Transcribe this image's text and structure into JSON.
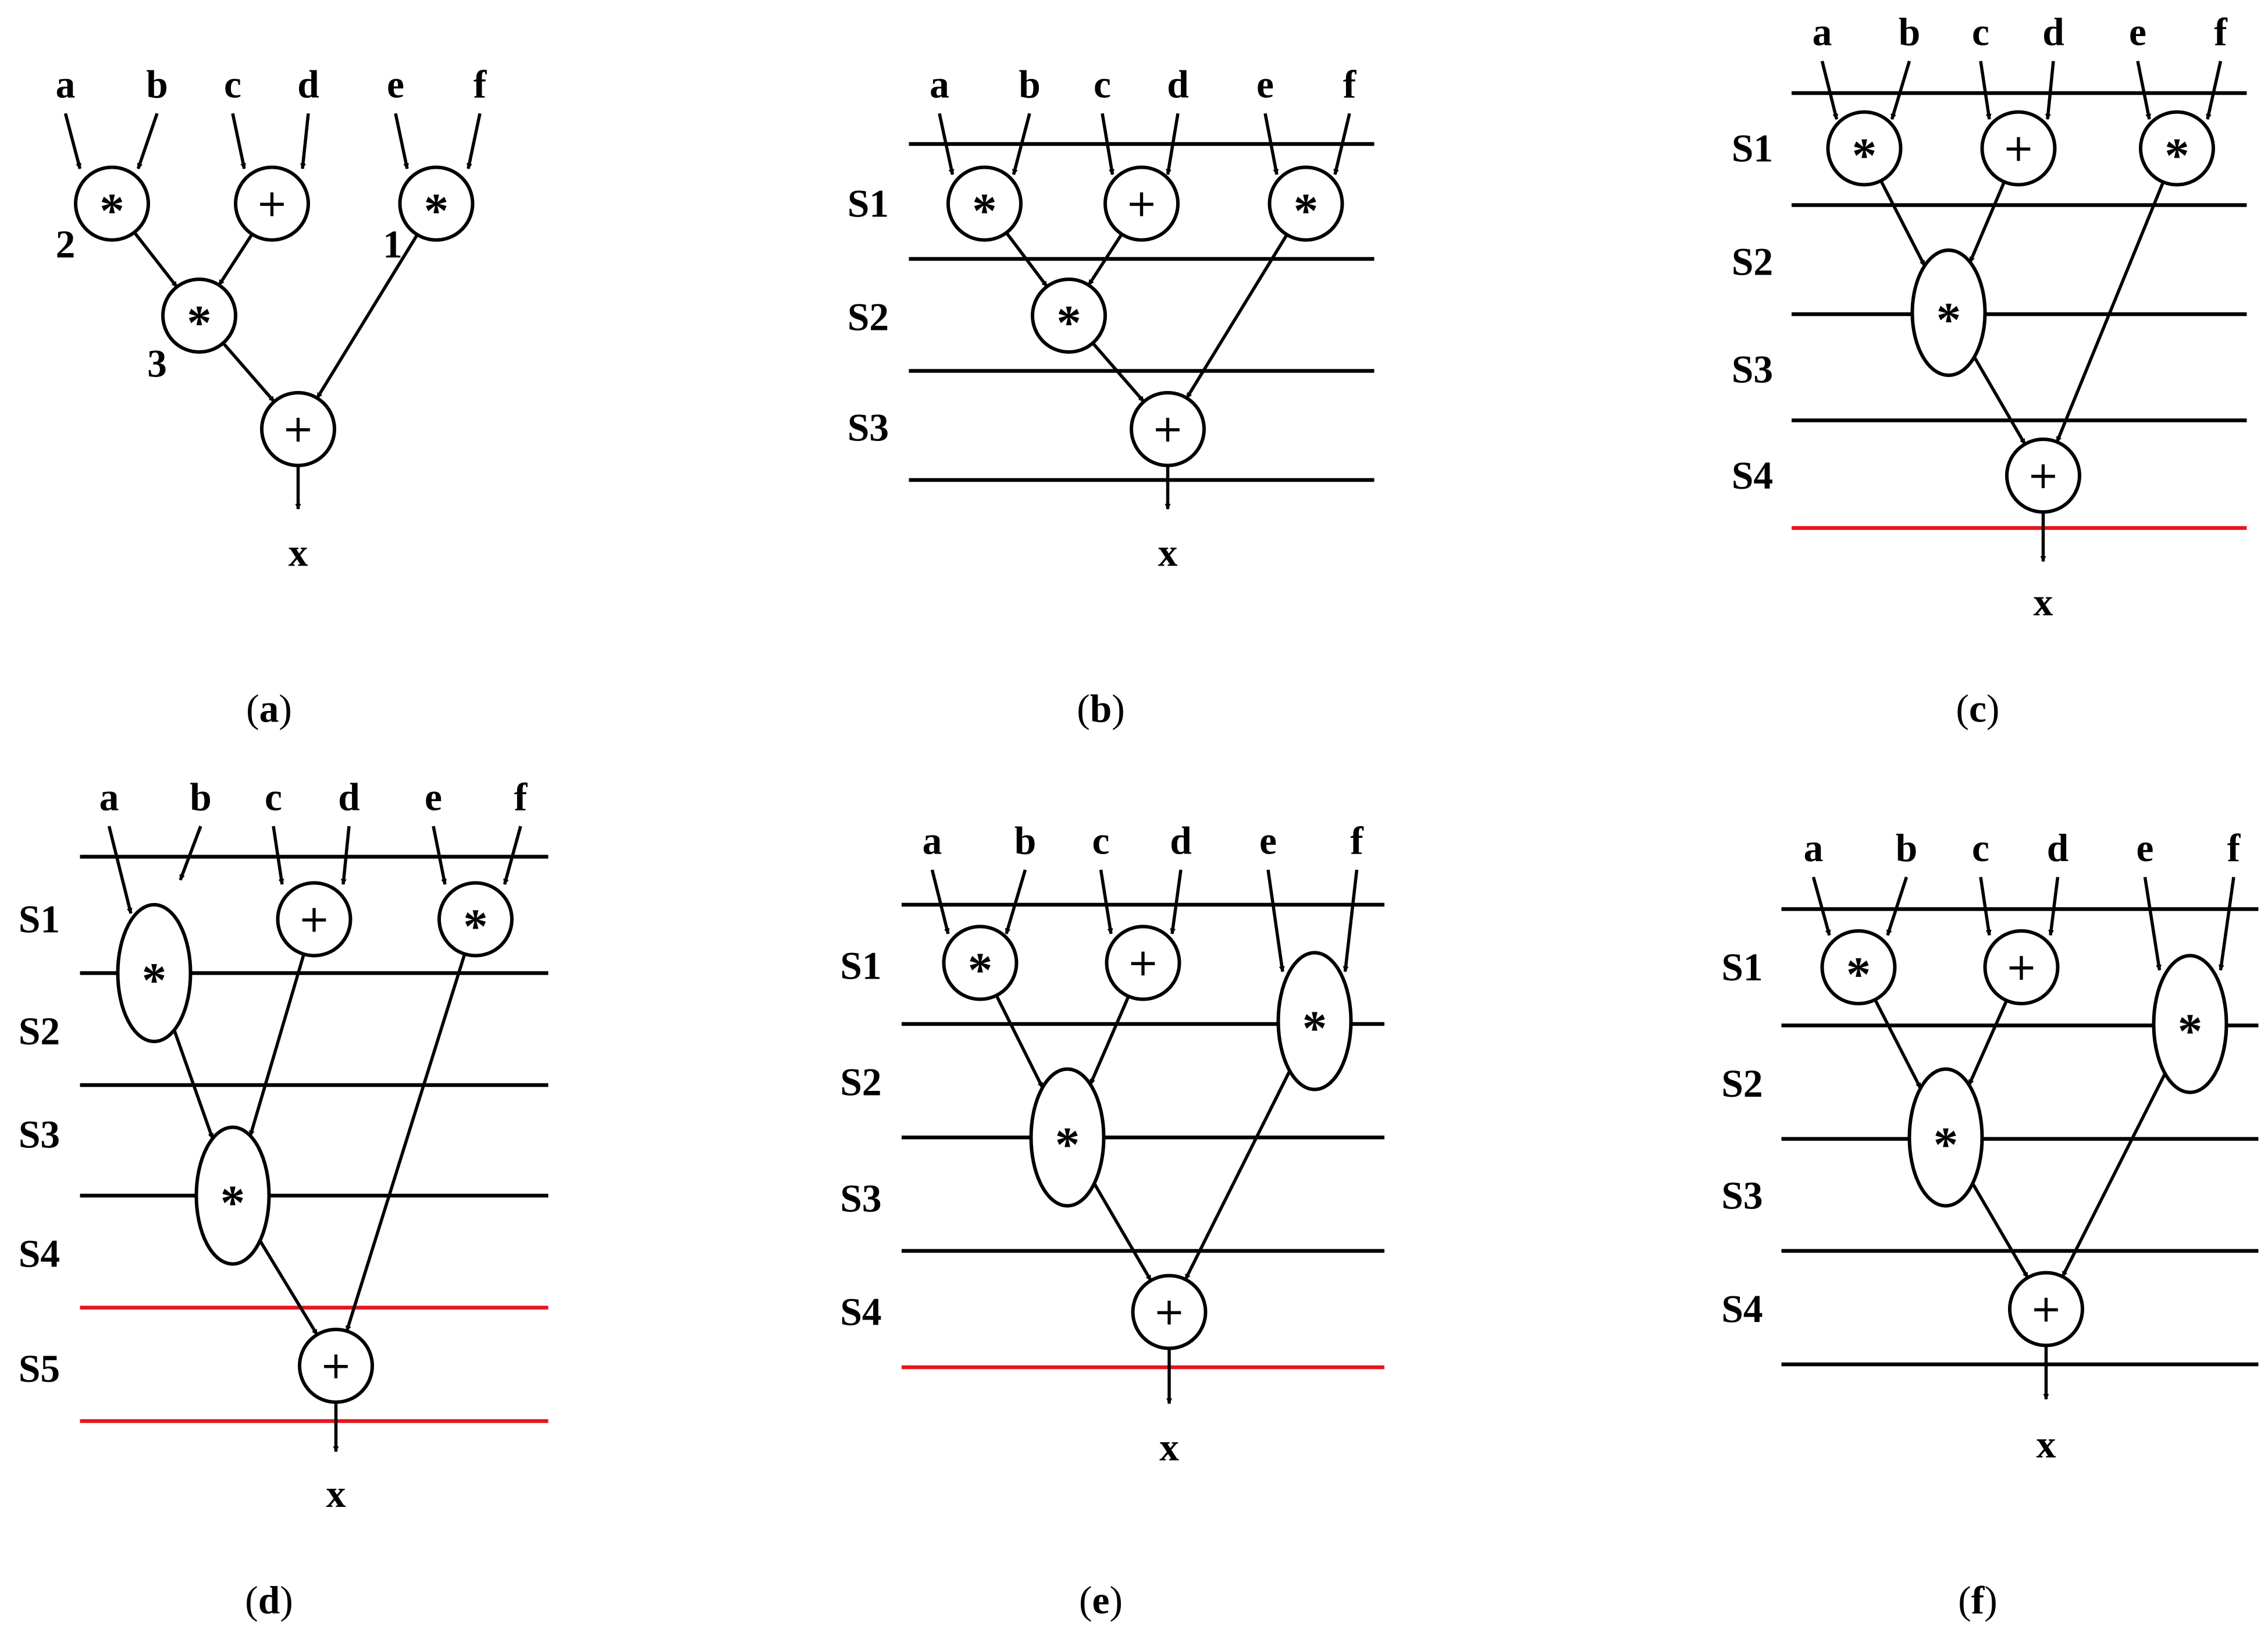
{
  "colors": {
    "ink": "#000000",
    "highlight": "#e8141c"
  },
  "panels": [
    {
      "id": "a",
      "caption": {
        "open": "(",
        "letter": "a",
        "close": ")"
      },
      "inputs": [
        "a",
        "b",
        "c",
        "d",
        "e",
        "f"
      ],
      "nodes": [
        {
          "id": "n1",
          "op": "*",
          "weight": "2"
        },
        {
          "id": "n2",
          "op": "+"
        },
        {
          "id": "n3",
          "op": "*",
          "weight": "1"
        },
        {
          "id": "n4",
          "op": "*",
          "weight": "3"
        },
        {
          "id": "n5",
          "op": "+"
        }
      ],
      "output": "x",
      "stages": []
    },
    {
      "id": "b",
      "caption": {
        "open": "(",
        "letter": "b",
        "close": ")"
      },
      "inputs": [
        "a",
        "b",
        "c",
        "d",
        "e",
        "f"
      ],
      "nodes": [
        {
          "id": "n1",
          "op": "*"
        },
        {
          "id": "n2",
          "op": "+"
        },
        {
          "id": "n3",
          "op": "*"
        },
        {
          "id": "n4",
          "op": "*"
        },
        {
          "id": "n5",
          "op": "+"
        }
      ],
      "output": "x",
      "stages": [
        "S1",
        "S2",
        "S3"
      ]
    },
    {
      "id": "c",
      "caption": {
        "open": "(",
        "letter": "c",
        "close": ")"
      },
      "inputs": [
        "a",
        "b",
        "c",
        "d",
        "e",
        "f"
      ],
      "nodes": [
        {
          "id": "n1",
          "op": "*"
        },
        {
          "id": "n2",
          "op": "+"
        },
        {
          "id": "n3",
          "op": "*"
        },
        {
          "id": "n4",
          "op": "*"
        },
        {
          "id": "n5",
          "op": "+"
        }
      ],
      "output": "x",
      "stages": [
        "S1",
        "S2",
        "S3",
        "S4"
      ]
    },
    {
      "id": "d",
      "caption": {
        "open": "(",
        "letter": "d",
        "close": ")"
      },
      "inputs": [
        "a",
        "b",
        "c",
        "d",
        "e",
        "f"
      ],
      "nodes": [
        {
          "id": "n1",
          "op": "*"
        },
        {
          "id": "n2",
          "op": "+"
        },
        {
          "id": "n3",
          "op": "*"
        },
        {
          "id": "n4",
          "op": "*"
        },
        {
          "id": "n5",
          "op": "+"
        }
      ],
      "output": "x",
      "stages": [
        "S1",
        "S2",
        "S3",
        "S4",
        "S5"
      ],
      "highlight_stage": "S5"
    },
    {
      "id": "e",
      "caption": {
        "open": "(",
        "letter": "e",
        "close": ")"
      },
      "inputs": [
        "a",
        "b",
        "c",
        "d",
        "e",
        "f"
      ],
      "nodes": [
        {
          "id": "n1",
          "op": "*"
        },
        {
          "id": "n2",
          "op": "+"
        },
        {
          "id": "n3",
          "op": "*"
        },
        {
          "id": "n4",
          "op": "*"
        },
        {
          "id": "n5",
          "op": "+"
        }
      ],
      "output": "x",
      "stages": [
        "S1",
        "S2",
        "S3",
        "S4"
      ]
    },
    {
      "id": "f",
      "caption": {
        "open": "(",
        "letter": "f",
        "close": ")"
      },
      "inputs": [
        "a",
        "b",
        "c",
        "d",
        "e",
        "f"
      ],
      "nodes": [
        {
          "id": "n1",
          "op": "*"
        },
        {
          "id": "n2",
          "op": "+"
        },
        {
          "id": "n3",
          "op": "*"
        },
        {
          "id": "n4",
          "op": "*"
        },
        {
          "id": "n5",
          "op": "+"
        }
      ],
      "output": "x",
      "stages": [
        "S1",
        "S2",
        "S3",
        "S4"
      ]
    }
  ]
}
